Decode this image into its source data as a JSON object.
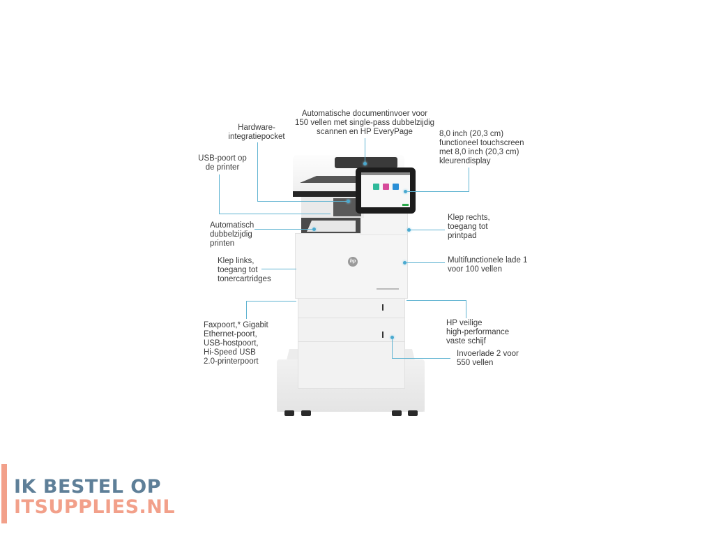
{
  "diagram": {
    "subject": "HP LaserJet multifunction printer on stand",
    "callouts": [
      {
        "id": "adf",
        "text": "Automatische documentinvoer voor\n150 vellen met single-pass dubbelzijdig\nscannen en HP EveryPage"
      },
      {
        "id": "hip",
        "text": "Hardware-\nintegratiepocket"
      },
      {
        "id": "usb",
        "text": "USB-poort op\nde printer"
      },
      {
        "id": "touchscreen",
        "text": "8,0 inch (20,3 cm)\nfunctioneel touchscreen\nmet 8,0 inch (20,3 cm)\nkleurendisplay"
      },
      {
        "id": "duplex",
        "text": "Automatisch\ndubbelzijdig\nprinten"
      },
      {
        "id": "right-door",
        "text": "Klep rechts,\ntoegang tot\nprintpad"
      },
      {
        "id": "left-door",
        "text": "Klep links,\ntoegang tot\ntonercartridges"
      },
      {
        "id": "tray1",
        "text": "Multifunctionele lade 1\nvoor 100 vellen"
      },
      {
        "id": "ports",
        "text": "Faxpoort,* Gigabit\nEthernet-poort,\nUSB-hostpoort,\nHi-Speed USB\n2.0-printerpoort"
      },
      {
        "id": "hdd",
        "text": "HP veilige\nhigh-performance\nvaste schijf"
      },
      {
        "id": "tray2",
        "text": "Invoerlade 2 voor\n550 vellen"
      }
    ],
    "hp_logo": "hp",
    "colors": {
      "leader": "#5fb3d1",
      "app1": "#2fb99a",
      "app2": "#d64a9a",
      "app3": "#2a8fd6",
      "confirm": "#2aa84a"
    }
  },
  "watermark": {
    "line1": "IK BESTEL OP",
    "line2": "ITSUPPLIES.NL",
    "color1": "#5e7f98",
    "color2": "#f2a08a"
  }
}
